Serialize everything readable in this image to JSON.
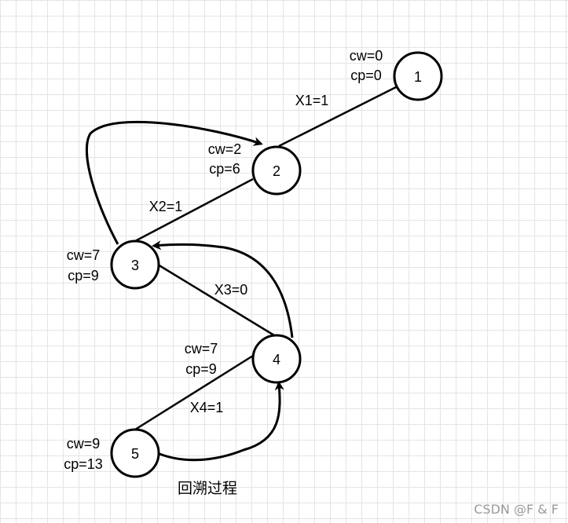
{
  "nodes": [
    {
      "label": "1",
      "cw": "cw=0",
      "cp": "cp=0"
    },
    {
      "label": "2",
      "cw": "cw=2",
      "cp": "cp=6"
    },
    {
      "label": "3",
      "cw": "cw=7",
      "cp": "cp=9"
    },
    {
      "label": "4",
      "cw": "cw=7",
      "cp": "cp=9"
    },
    {
      "label": "5",
      "cw": "cw=9",
      "cp": "cp=13"
    }
  ],
  "edges": [
    {
      "label": "X1=1"
    },
    {
      "label": "X2=1"
    },
    {
      "label": "X3=0"
    },
    {
      "label": "X4=1"
    }
  ],
  "caption": "回溯过程",
  "watermark": "CSDN @F & F"
}
